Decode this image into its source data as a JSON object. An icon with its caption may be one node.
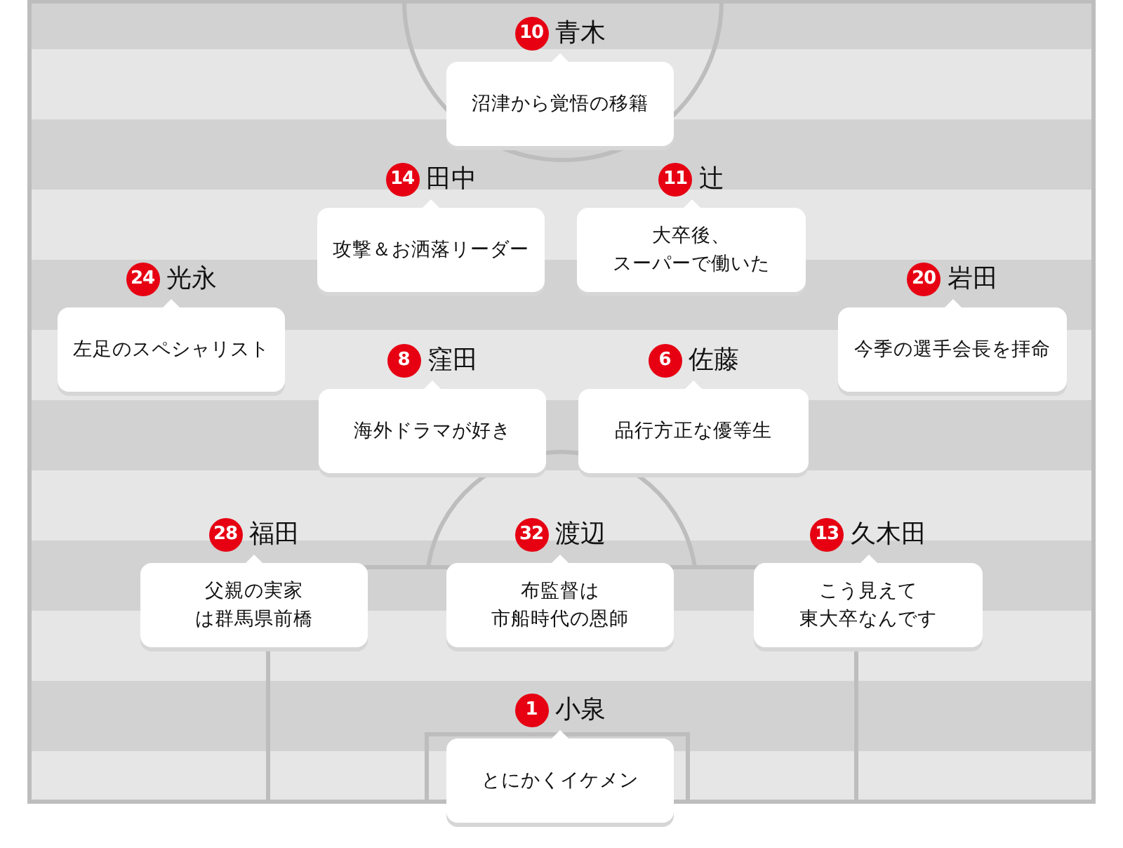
{
  "diagram": {
    "nodes": [
      {
        "text": [
          "10",
          "青木",
          "沼津から覚悟の移籍"
        ]
      },
      {
        "text": [
          "14",
          "田中",
          "攻撃＆お洒落リーダー"
        ]
      },
      {
        "text": [
          "11",
          "辻",
          "大卒後、スーパーで働いた"
        ]
      },
      {
        "text": [
          "24",
          "光永",
          "左足のスペシャリスト"
        ]
      },
      {
        "text": [
          "20",
          "岩田",
          "今季の選手会長を拝命"
        ]
      },
      {
        "text": [
          "8",
          "窪田",
          "海外ドラマが好き"
        ]
      },
      {
        "text": [
          "6",
          "佐藤",
          "品行方正な優等生"
        ]
      },
      {
        "text": [
          "28",
          "福田",
          "父親の実家は群馬県前橋"
        ]
      },
      {
        "text": [
          "32",
          "渡辺",
          "布監督は市船時代の恩師"
        ]
      },
      {
        "text": [
          "13",
          "久木田",
          "こう見えて東大卒なんです"
        ]
      },
      {
        "text": [
          "1",
          "小泉",
          "とにかくイケメン"
        ]
      }
    ]
  }
}
